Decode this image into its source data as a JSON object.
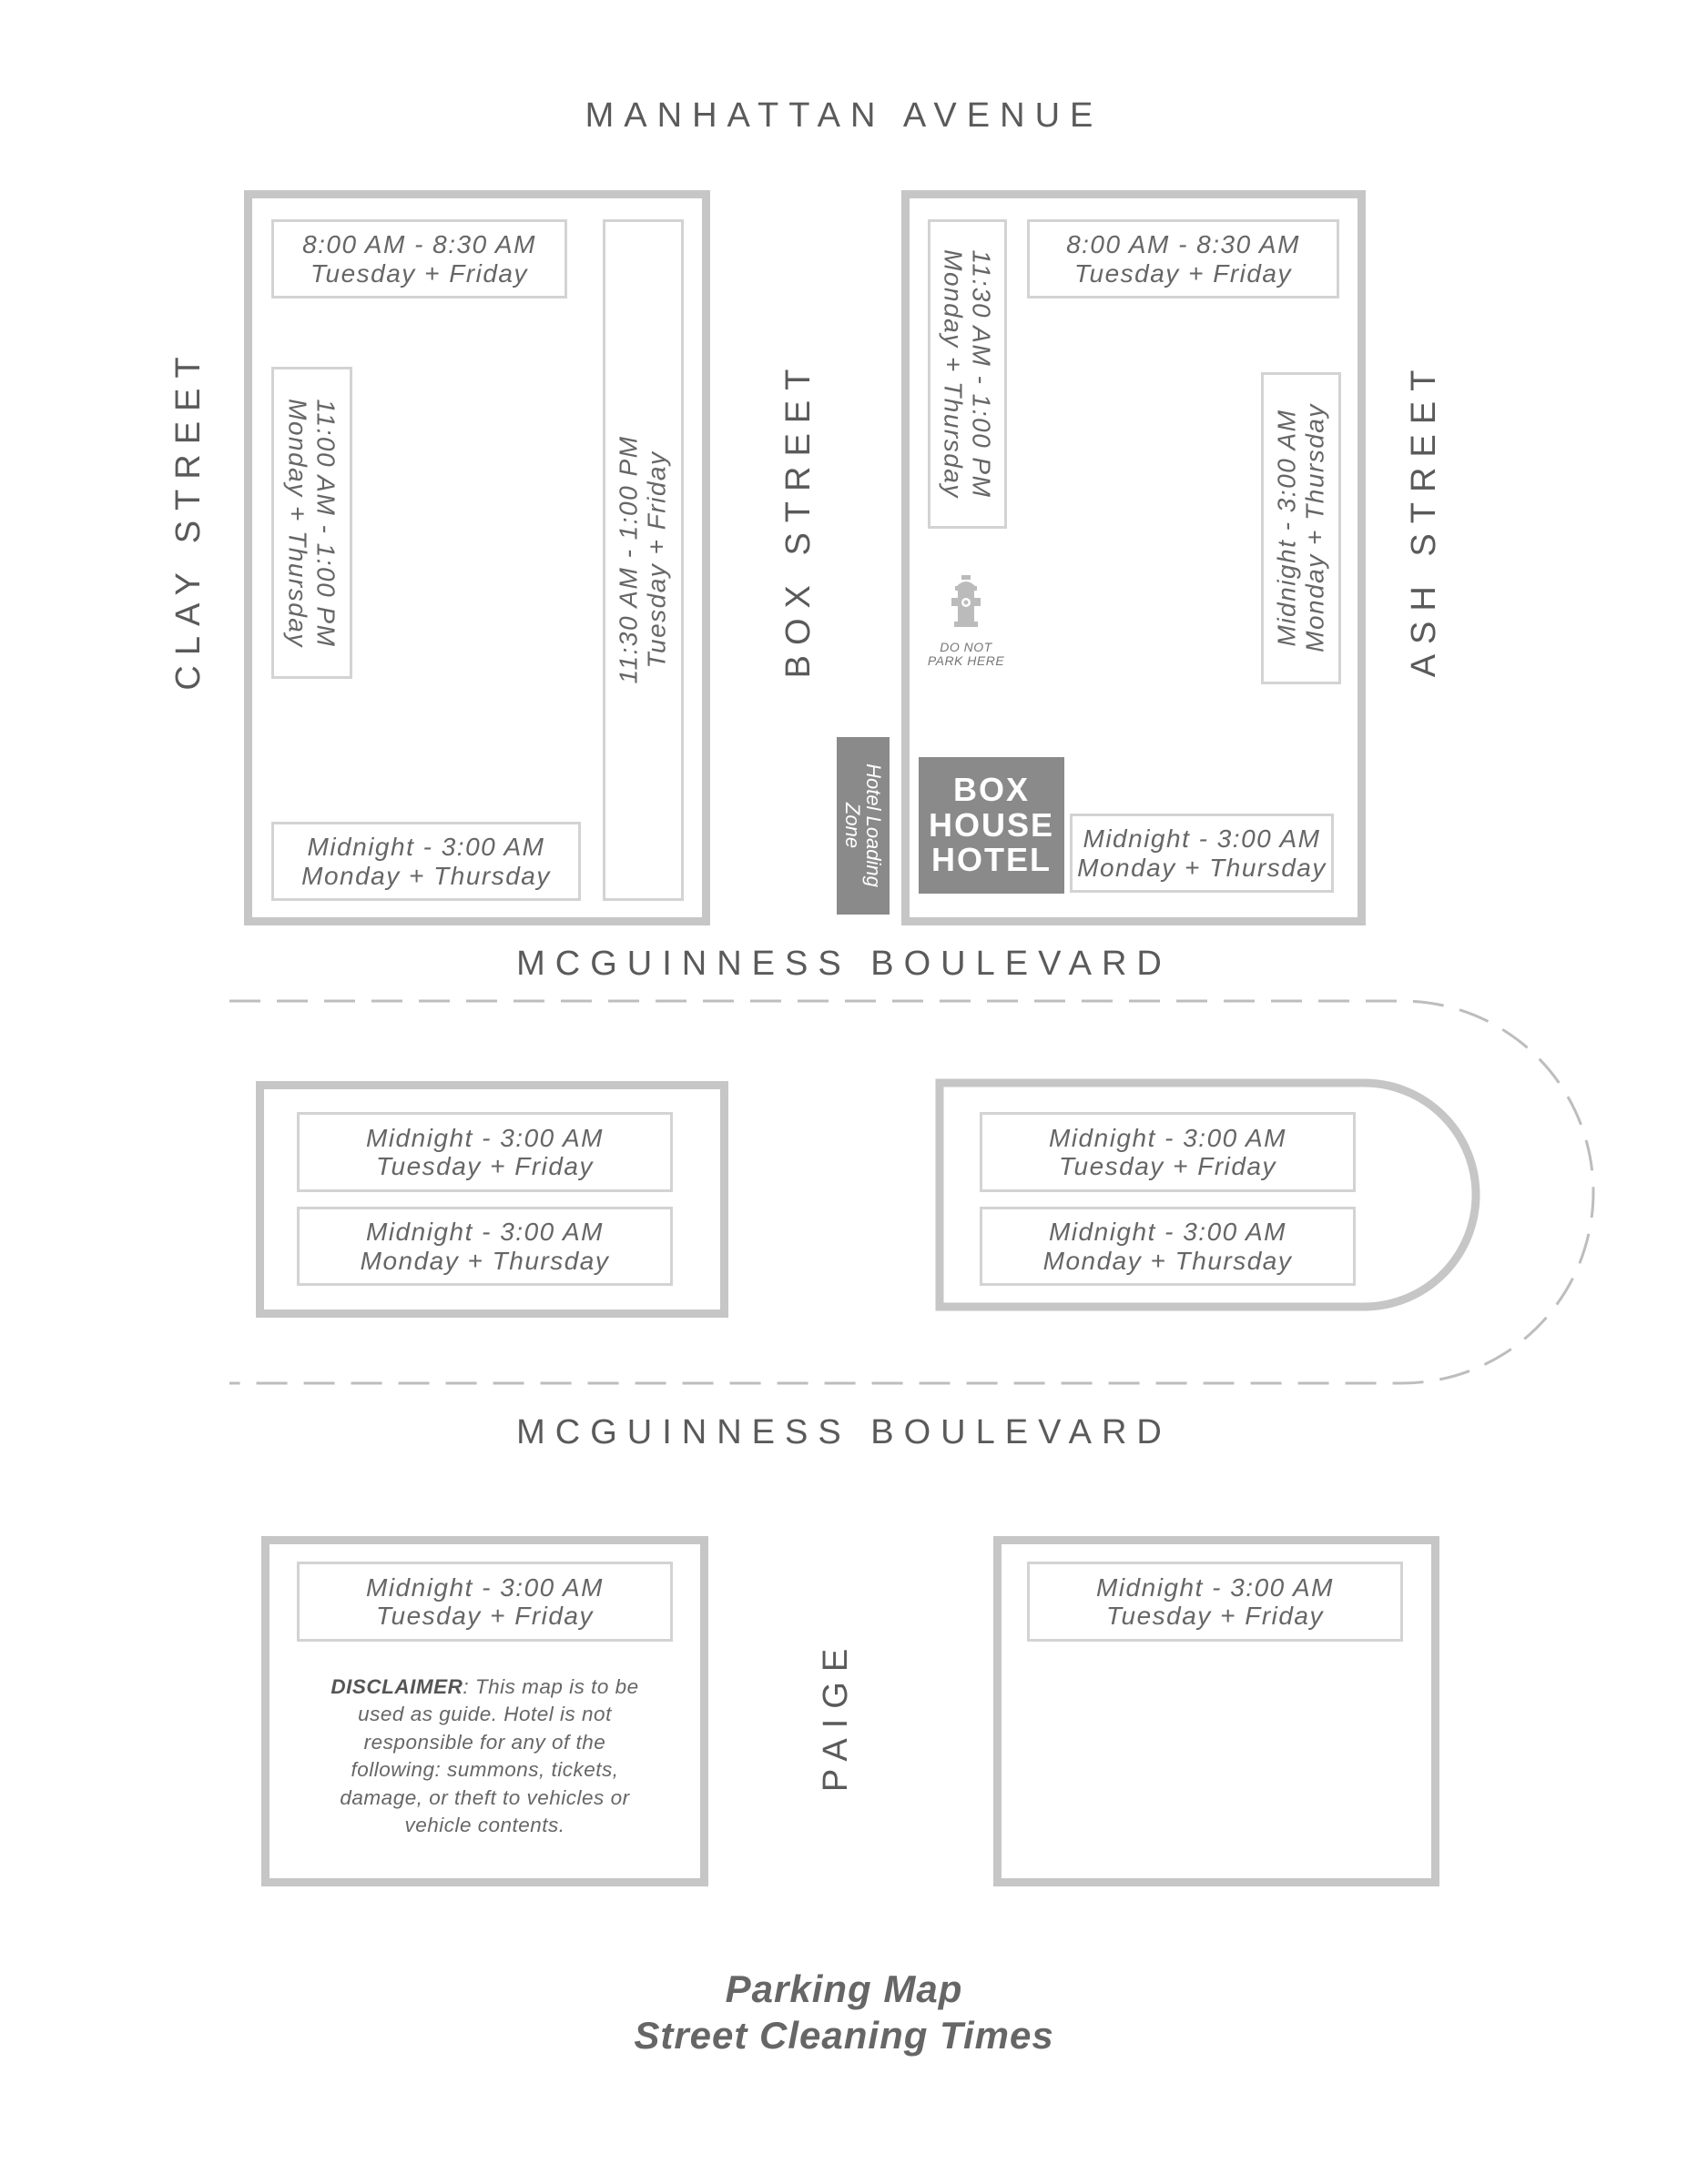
{
  "streets": {
    "top": "MANHATTAN AVENUE",
    "left": "CLAY STREET",
    "middle": "BOX STREET",
    "right": "ASH STREET",
    "mid_upper": "MCGUINNESS BOULEVARD",
    "mid_lower": "MCGUINNESS BOULEVARD",
    "bottom_middle": "PAIGE"
  },
  "blocks": {
    "top_left": {
      "top": {
        "time": "8:00 AM - 8:30 AM",
        "days": "Tuesday + Friday"
      },
      "left": {
        "time": "11:00 AM - 1:00 PM",
        "days": "Monday + Thursday"
      },
      "right": {
        "time": "11:30 AM - 1:00 PM",
        "days": "Tuesday + Friday"
      },
      "bottom": {
        "time": "Midnight - 3:00 AM",
        "days": "Monday + Thursday"
      }
    },
    "top_right": {
      "top": {
        "time": "8:00 AM - 8:30 AM",
        "days": "Tuesday + Friday"
      },
      "left": {
        "time": "11:30 AM - 1:00 PM",
        "days": "Monday + Thursday"
      },
      "right": {
        "time": "Midnight - 3:00 AM",
        "days": "Monday + Thursday"
      },
      "bottom": {
        "time": "Midnight - 3:00 AM",
        "days": "Monday + Thursday"
      },
      "hotel": [
        "BOX",
        "HOUSE",
        "HOTEL"
      ],
      "loading_zone": [
        "Hotel Loading",
        "Zone"
      ],
      "hydrant": {
        "icon": "fire-hydrant-icon",
        "caption": [
          "DO NOT",
          "PARK HERE"
        ]
      }
    },
    "mid_left": {
      "upper": {
        "time": "Midnight - 3:00 AM",
        "days": "Tuesday + Friday"
      },
      "lower": {
        "time": "Midnight - 3:00 AM",
        "days": "Monday + Thursday"
      }
    },
    "mid_right": {
      "upper": {
        "time": "Midnight - 3:00 AM",
        "days": "Tuesday + Friday"
      },
      "lower": {
        "time": "Midnight - 3:00 AM",
        "days": "Monday + Thursday"
      }
    },
    "bottom_left": {
      "top": {
        "time": "Midnight - 3:00 AM",
        "days": "Tuesday + Friday"
      },
      "disclaimer_label": "DISCLAIMER",
      "disclaimer_text": ": This map is to be used as guide. Hotel is not responsible for any of the following: summons, tickets, damage, or theft to vehicles or vehicle contents."
    },
    "bottom_right": {
      "top": {
        "time": "Midnight - 3:00 AM",
        "days": "Tuesday + Friday"
      }
    }
  },
  "title": {
    "line1": "Parking Map",
    "line2": "Street Cleaning Times"
  },
  "colors": {
    "block_border": "#c6c6c6",
    "label_border": "#d3d3d3",
    "hotel_fill": "#8a8a8a",
    "text": "#666666"
  }
}
